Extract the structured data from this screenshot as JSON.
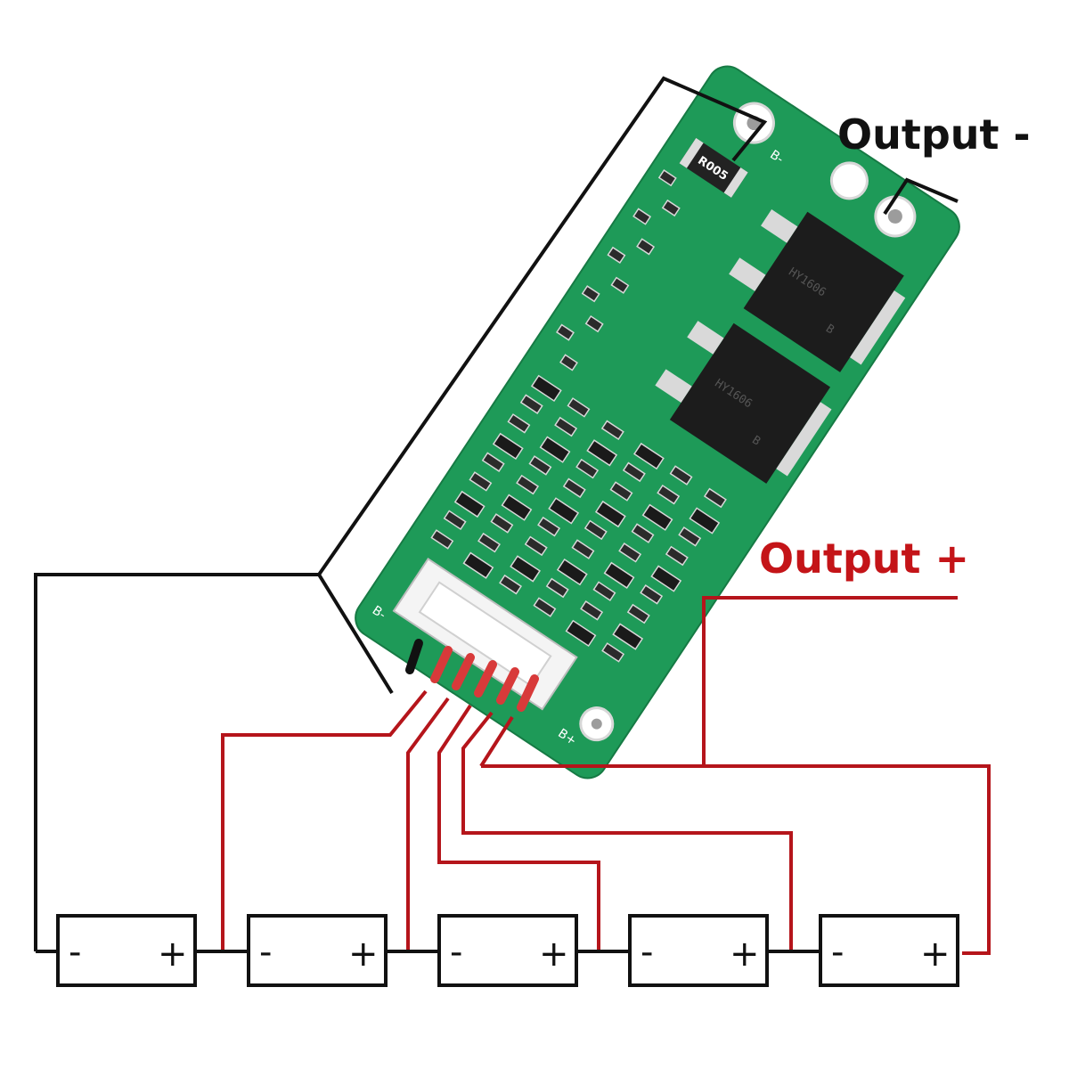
{
  "labels": {
    "output_negative": "Output -",
    "output_positive": "Output +"
  },
  "board": {
    "pad_b_minus": "B-",
    "pad_b_minus_left": "B-",
    "pad_b_plus": "B+",
    "shunt_resistor": "R005",
    "mosfet_top_marking": "HY1606",
    "mosfet_top_logo": "B",
    "mosfet_bottom_marking": "HY1606",
    "mosfet_bottom_logo": "B"
  },
  "cells": [
    {
      "neg": "-",
      "pos": "+"
    },
    {
      "neg": "-",
      "pos": "+"
    },
    {
      "neg": "-",
      "pos": "+"
    },
    {
      "neg": "-",
      "pos": "+"
    },
    {
      "neg": "-",
      "pos": "+"
    }
  ],
  "colors": {
    "wire_black": "#111111",
    "wire_red": "#b5151b",
    "board_green": "#1e9a58",
    "connector": "#f4f4f4",
    "mosfet": "#1c1c1c",
    "label_red": "#c41418"
  }
}
